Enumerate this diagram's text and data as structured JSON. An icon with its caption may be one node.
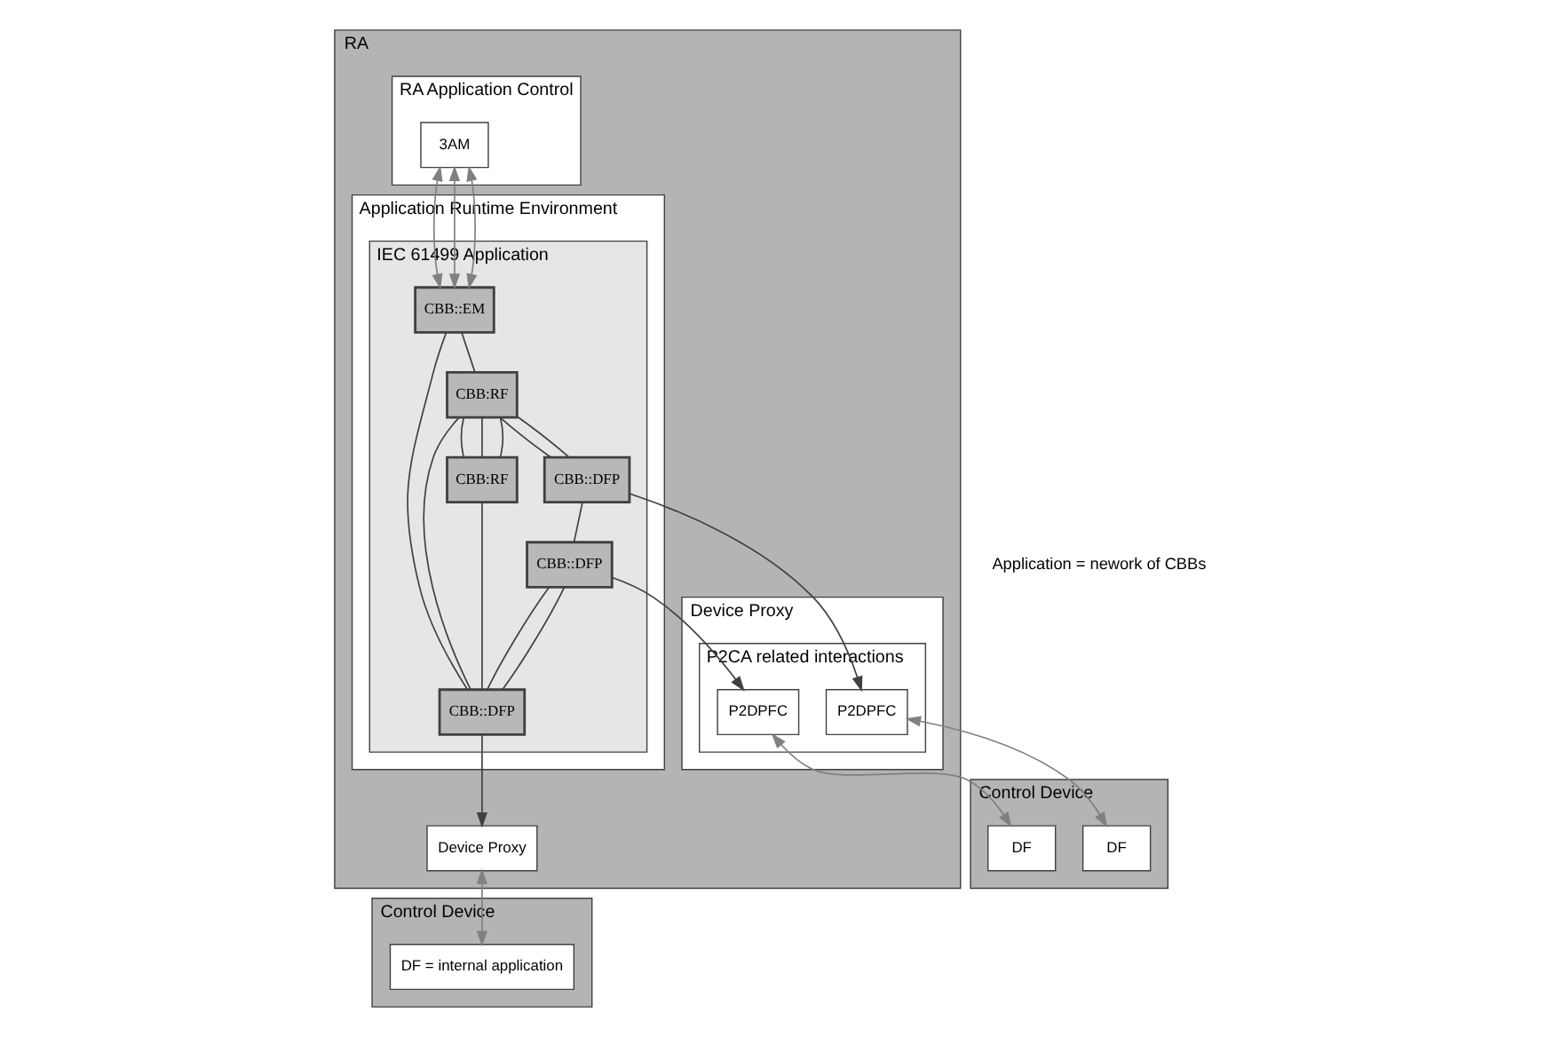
{
  "diagram": {
    "nodes": [
      {
        "text": [
          "RA"
        ]
      },
      {
        "text": [
          "RA Application Control"
        ],
        "in": 0
      },
      {
        "text": [
          "3AM"
        ],
        "in": 1
      },
      {
        "text": [
          "Application Runtime Environment"
        ],
        "in": 0
      },
      {
        "text": [
          "IEC 61499 Application"
        ],
        "in": 3
      },
      {
        "text": [
          "CBB::EM"
        ],
        "in": 4
      },
      {
        "text": [
          "CBB:RF"
        ],
        "in": 4
      },
      {
        "text": [
          "CBB:RF"
        ],
        "in": 4
      },
      {
        "text": [
          "CBB::DFP"
        ],
        "in": 4
      },
      {
        "text": [
          "CBB::DFP"
        ],
        "in": 4
      },
      {
        "text": [
          "CBB::DFP"
        ],
        "in": 4
      },
      {
        "text": [
          "Device Proxy"
        ],
        "in": 0
      },
      {
        "text": [
          "P2CA related interactions"
        ],
        "in": 11
      },
      {
        "text": [
          "P2DPFC"
        ],
        "in": 12
      },
      {
        "text": [
          "P2DPFC"
        ],
        "in": 12
      },
      {
        "text": [
          "Device Proxy"
        ],
        "in": 0
      },
      {
        "text": [
          "Control Device"
        ]
      },
      {
        "text": [
          "DF"
        ],
        "in": 16
      },
      {
        "text": [
          "DF"
        ],
        "in": 16
      },
      {
        "text": [
          "Control Device"
        ]
      },
      {
        "text": [
          "DF = internal application"
        ],
        "in": 19
      }
    ],
    "edges": [
      {
        "from": 2,
        "to": 5,
        "arrow": "both",
        "color": "#808080"
      },
      {
        "from": 2,
        "to": 5,
        "arrow": "both",
        "color": "#808080"
      },
      {
        "from": 2,
        "to": 5,
        "arrow": "both",
        "color": "#808080"
      },
      {
        "from": 5,
        "to": 6,
        "arrow": "none"
      },
      {
        "from": 5,
        "to": 10,
        "arrow": "none"
      },
      {
        "from": 6,
        "to": 10,
        "arrow": "none"
      },
      {
        "from": 6,
        "to": 7,
        "arrow": "none"
      },
      {
        "from": 6,
        "to": 7,
        "arrow": "none"
      },
      {
        "from": 6,
        "to": 7,
        "arrow": "none"
      },
      {
        "from": 6,
        "to": 8,
        "arrow": "none"
      },
      {
        "from": 6,
        "to": 8,
        "arrow": "none"
      },
      {
        "from": 8,
        "to": 9,
        "arrow": "none"
      },
      {
        "from": 7,
        "to": 10,
        "arrow": "none"
      },
      {
        "from": 9,
        "to": 10,
        "arrow": "none"
      },
      {
        "from": 9,
        "to": 10,
        "arrow": "none"
      },
      {
        "from": 8,
        "to": 13,
        "arrow": "to"
      },
      {
        "from": 9,
        "to": 14,
        "arrow": "to"
      },
      {
        "from": 10,
        "to": 15,
        "arrow": "to"
      },
      {
        "from": 13,
        "to": 17,
        "arrow": "both",
        "color": "#808080"
      },
      {
        "from": 14,
        "to": 18,
        "arrow": "both",
        "color": "#808080"
      },
      {
        "from": 15,
        "to": 20,
        "arrow": "both",
        "color": "#808080"
      }
    ],
    "labels": [
      "Application = nework of CBBs"
    ]
  }
}
